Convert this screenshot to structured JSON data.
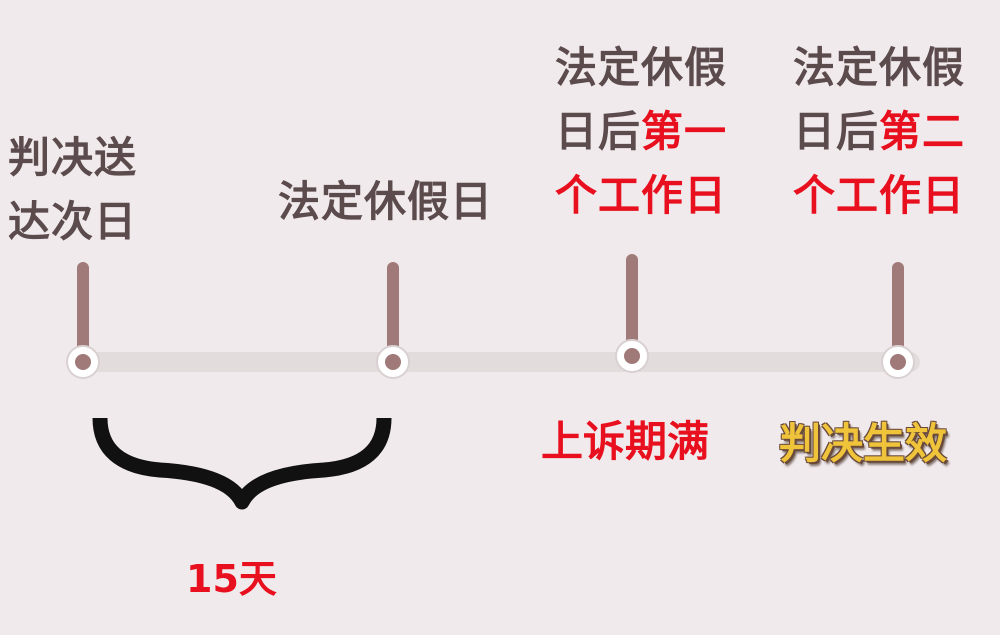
{
  "milestones": {
    "judgment_delivery": {
      "line1": "判决送",
      "line2": "达次日"
    },
    "holiday": {
      "text": "法定休假日"
    },
    "first_workday": {
      "line1": "法定休假",
      "line2a": "日后",
      "line2b": "第一",
      "line3": "个工作日"
    },
    "second_workday": {
      "line1": "法定休假",
      "line2a": "日后",
      "line2b": "第二",
      "line3": "个工作日"
    }
  },
  "appeal_expiry": "上诉期满",
  "judgment_effective": "判决生效",
  "period": "15天",
  "colors": {
    "background": "#f1eaec",
    "text_dark": "#5b4b4d",
    "accent_red": "#e8101e",
    "marker": "#a07a78",
    "track": "#e2dcdd",
    "gold": "#f0c43a"
  }
}
